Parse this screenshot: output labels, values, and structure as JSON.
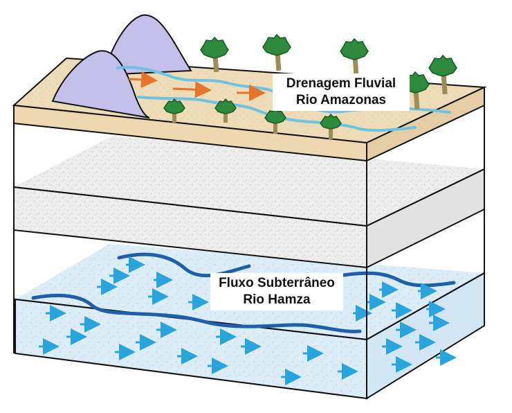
{
  "surface_label": {
    "line1": "Drenagem Fluvial",
    "line2": "Rio Amazonas"
  },
  "underground_label": {
    "line1": "Fluxo Subterrâneo",
    "line2": "Rio Hamza"
  },
  "colors": {
    "surface_soil": "#edd8b2",
    "mountains": "#c5c0eb",
    "river": "#6fc3e2",
    "surface_arrows": "#e5742c",
    "tree_crown": "#2d8a3c",
    "tree_trunk": "#9c8c58",
    "sediment_layer": "#e8e8e8",
    "aquifer": "#d9ecf8",
    "underground_river": "#1d5fa8",
    "underground_arrows": "#2aa4dd",
    "outline": "#111111"
  }
}
